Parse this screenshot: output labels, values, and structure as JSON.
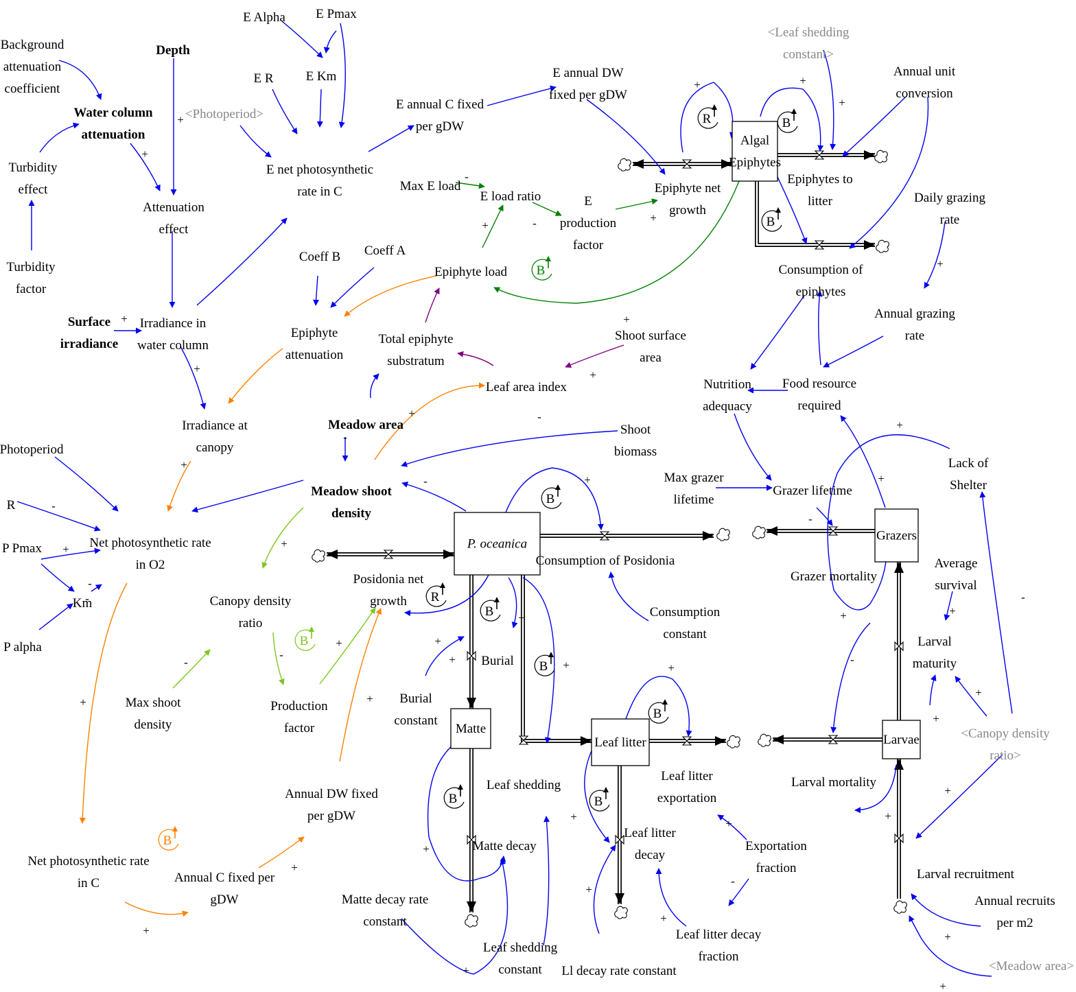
{
  "variables": {
    "background_attenuation": [
      "Background",
      "attenuation",
      "coefficient"
    ],
    "water_column_attenuation": [
      "Water column",
      "attenuation"
    ],
    "turbidity_effect": [
      "Turbidity",
      "effect"
    ],
    "turbidity_factor": [
      "Turbidity",
      "factor"
    ],
    "depth": [
      "Depth"
    ],
    "attenuation_effect": [
      "Attenuation",
      "effect"
    ],
    "surface_irradiance": [
      "Surface",
      "irradiance"
    ],
    "irradiance_water_column": [
      "Irradiance in",
      "water column"
    ],
    "irradiance_canopy": [
      "Irradiance at",
      "canopy"
    ],
    "photoperiod": [
      "Photoperiod"
    ],
    "photoperiod_shadow": [
      "<Photoperiod>"
    ],
    "r": [
      "R"
    ],
    "p_pmax": [
      "P Pmax"
    ],
    "km": [
      "Km"
    ],
    "p_alpha": [
      "P alpha"
    ],
    "net_photo_o2": [
      "Net photosynthetic rate",
      "in O2"
    ],
    "net_photo_c": [
      "Net photosynthetic rate",
      "in C"
    ],
    "annual_c_fixed": [
      "Annual C fixed per",
      "gDW"
    ],
    "annual_dw_fixed": [
      "Annual DW fixed",
      "per gDW"
    ],
    "e_alpha": [
      "E Alpha"
    ],
    "e_pmax": [
      "E Pmax"
    ],
    "e_r": [
      "E R"
    ],
    "e_km": [
      "E Km"
    ],
    "e_net_photo": [
      "E net photosynthetic",
      "rate in C"
    ],
    "e_annual_c": [
      "E annual C fixed",
      "per gDW"
    ],
    "e_annual_dw": [
      "E annual DW",
      "fixed per gDW"
    ],
    "max_e_load": [
      "Max E load"
    ],
    "e_load_ratio": [
      "E load ratio"
    ],
    "e_production_factor": [
      "E",
      "production",
      "factor"
    ],
    "coeff_b": [
      "Coeff B"
    ],
    "coeff_a": [
      "Coeff A"
    ],
    "epiphyte_load": [
      "Epiphyte load"
    ],
    "epiphyte_attenuation": [
      "Epiphyte",
      "attenuation"
    ],
    "total_epiphyte_substratum": [
      "Total epiphyte",
      "substratum"
    ],
    "shoot_surface_area": [
      "Shoot surface",
      "area"
    ],
    "leaf_area_index": [
      "Leaf area index"
    ],
    "meadow_area": [
      "Meadow area"
    ],
    "meadow_area_shadow": [
      "<Meadow area>"
    ],
    "shoot_biomass": [
      "Shoot",
      "biomass"
    ],
    "meadow_shoot_density": [
      "Meadow shoot",
      "density"
    ],
    "canopy_density_ratio": [
      "Canopy density",
      "ratio"
    ],
    "canopy_density_shadow": [
      "<Canopy density",
      "ratio>"
    ],
    "max_shoot_density": [
      "Max shoot",
      "density"
    ],
    "production_factor": [
      "Production",
      "factor"
    ],
    "posidonia_net_growth": [
      "Posidonia net",
      "growth"
    ],
    "consumption_posidonia": [
      "Consumption of Posidonia"
    ],
    "consumption_constant": [
      "Consumption",
      "constant"
    ],
    "burial": [
      "Burial"
    ],
    "burial_constant": [
      "Burial",
      "constant"
    ],
    "matte_decay": [
      "Matte decay"
    ],
    "matte_decay_constant": [
      "Matte decay rate",
      "constant"
    ],
    "leaf_shedding": [
      "Leaf shedding"
    ],
    "leaf_shedding_constant": [
      "Leaf shedding",
      "constant"
    ],
    "leaf_shedding_shadow": [
      "<Leaf shedding",
      "constant>"
    ],
    "leaf_litter_exportation": [
      "Leaf litter",
      "exportation"
    ],
    "leaf_litter_decay": [
      "Leaf litter",
      "decay"
    ],
    "exportation_fraction": [
      "Exportation",
      "fraction"
    ],
    "leaf_litter_decay_fraction": [
      "Leaf litter decay",
      "fraction"
    ],
    "ll_decay_constant": [
      "Ll decay rate constant"
    ],
    "epiphyte_net_growth": [
      "Epiphyte net",
      "growth"
    ],
    "epiphytes_to_litter": [
      "Epiphytes to",
      "litter"
    ],
    "annual_unit_conversion": [
      "Annual unit",
      "conversion"
    ],
    "consumption_epiphytes": [
      "Consumption of",
      "epiphytes"
    ],
    "daily_grazing_rate": [
      "Daily grazing",
      "rate"
    ],
    "annual_grazing_rate": [
      "Annual grazing",
      "rate"
    ],
    "nutrition_adequacy": [
      "Nutrition",
      "adequacy"
    ],
    "food_resource_required": [
      "Food resource",
      "required"
    ],
    "max_grazer_lifetime": [
      "Max grazer",
      "lifetime"
    ],
    "grazer_lifetime": [
      "Grazer lifetime"
    ],
    "grazer_mortality": [
      "Grazer mortality"
    ],
    "lack_of_shelter": [
      "Lack of",
      "Shelter"
    ],
    "average_survival": [
      "Average",
      "survival"
    ],
    "larval_maturity": [
      "Larval",
      "maturity"
    ],
    "larval_mortality": [
      "Larval mortality"
    ],
    "larval_recruitment": [
      "Larval recruitment"
    ],
    "annual_recruits": [
      "Annual recruits",
      "per m2"
    ]
  },
  "stocks": {
    "algal_epiphytes": [
      "Algal",
      "Epiphytes"
    ],
    "p_oceanica": [
      "P. oceanica"
    ],
    "matte": [
      "Matte"
    ],
    "leaf_litter": [
      "Leaf litter"
    ],
    "grazers": [
      "Grazers"
    ],
    "larvae": [
      "Larvae"
    ]
  },
  "polarity_signs": {
    "plus": "+",
    "minus": "-"
  },
  "loops": {
    "reinforcing": "R",
    "balancing": "B"
  },
  "colors": {
    "blue": "#0000ee",
    "green": "#008000",
    "orange": "#ff8000",
    "light_green": "#7cc61e",
    "purple": "#800080",
    "shadow_gray": "#888888",
    "black": "#000000"
  }
}
